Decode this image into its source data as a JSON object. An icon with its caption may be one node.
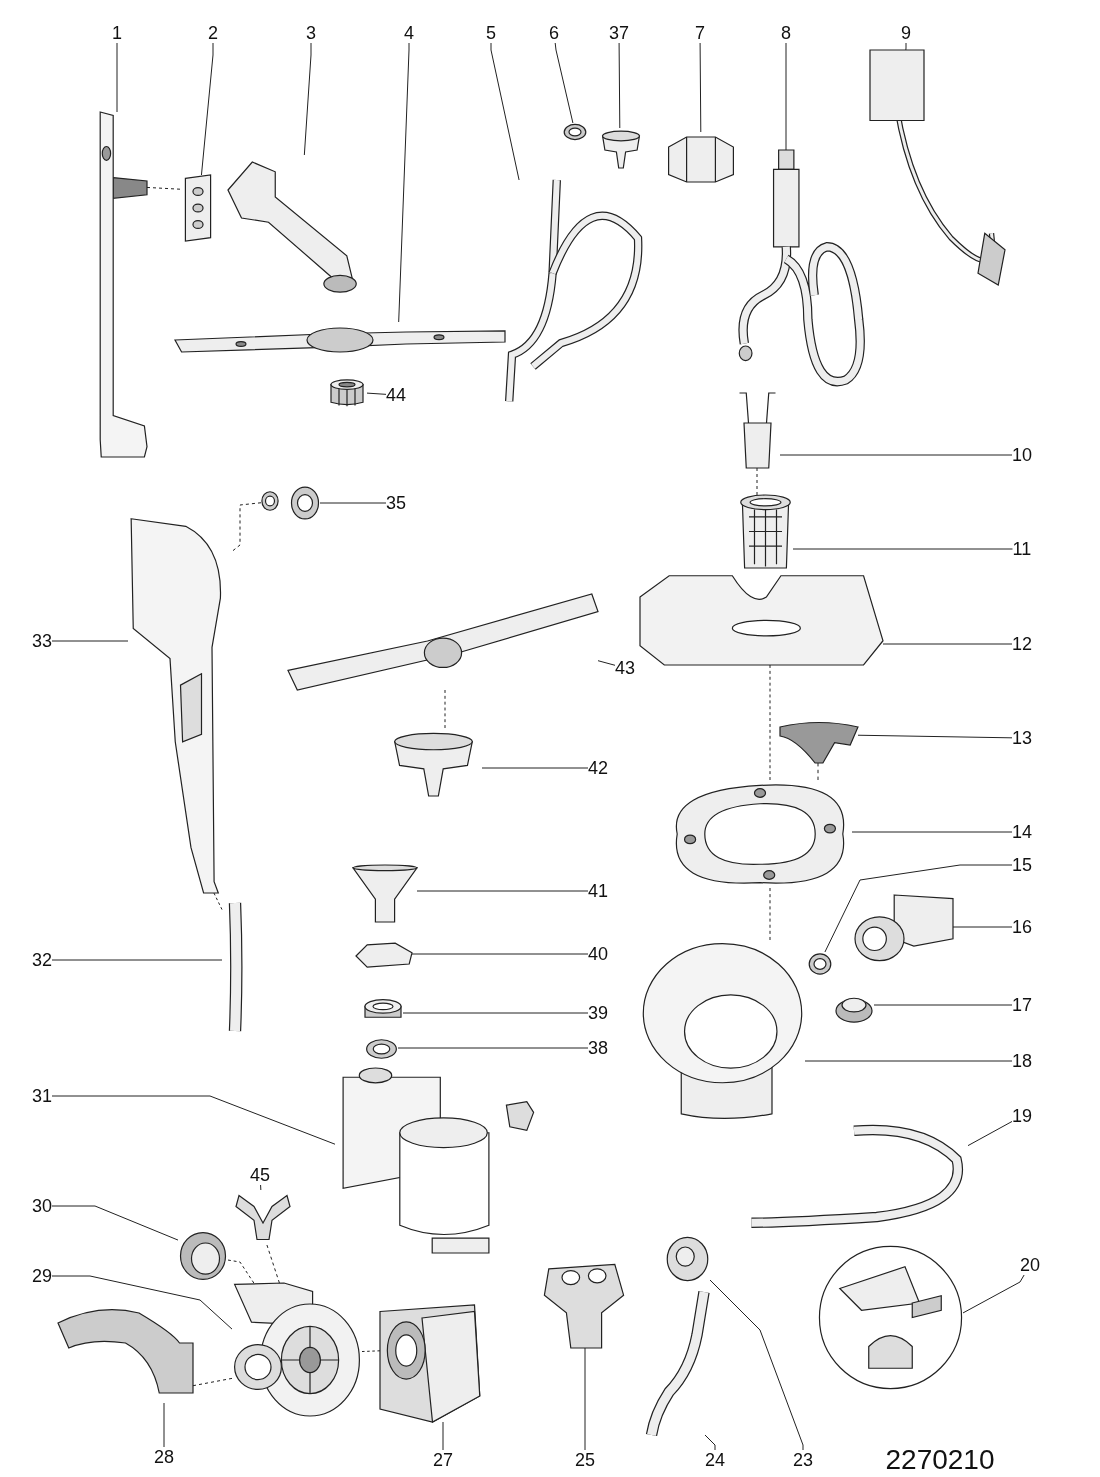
{
  "diagram": {
    "nodes": [
      {
        "text": [
          "1"
        ]
      },
      {
        "text": [],
        "shape": "picture"
      },
      {
        "text": [
          "2"
        ]
      },
      {
        "text": [],
        "shape": "picture"
      },
      {
        "text": [
          "3"
        ]
      },
      {
        "text": [],
        "shape": "picture"
      },
      {
        "text": [
          "4"
        ]
      },
      {
        "text": [],
        "shape": "picture"
      },
      {
        "text": [
          "5"
        ]
      },
      {
        "text": [],
        "shape": "picture"
      },
      {
        "text": [
          "6"
        ]
      },
      {
        "text": [],
        "shape": "picture"
      },
      {
        "text": [
          "37"
        ]
      },
      {
        "text": [],
        "shape": "picture"
      },
      {
        "text": [
          "7"
        ]
      },
      {
        "text": [],
        "shape": "picture"
      },
      {
        "text": [
          "8"
        ]
      },
      {
        "text": [],
        "shape": "picture"
      },
      {
        "text": [
          "9"
        ]
      },
      {
        "text": [],
        "shape": "picture"
      },
      {
        "text": [
          "44"
        ]
      },
      {
        "text": [],
        "shape": "picture"
      },
      {
        "text": [
          "10"
        ]
      },
      {
        "text": [],
        "shape": "picture"
      },
      {
        "text": [
          "35"
        ]
      },
      {
        "text": [],
        "shape": "picture"
      },
      {
        "text": [],
        "shape": "picture"
      },
      {
        "text": [
          "33"
        ]
      },
      {
        "text": [],
        "shape": "picture"
      },
      {
        "text": [
          "11"
        ]
      },
      {
        "text": [],
        "shape": "picture"
      },
      {
        "text": [
          "43"
        ]
      },
      {
        "text": [],
        "shape": "picture"
      },
      {
        "text": [
          "12"
        ]
      },
      {
        "text": [],
        "shape": "picture"
      },
      {
        "text": [
          "13"
        ]
      },
      {
        "text": [],
        "shape": "picture"
      },
      {
        "text": [
          "42"
        ]
      },
      {
        "text": [],
        "shape": "picture"
      },
      {
        "text": [
          "14"
        ]
      },
      {
        "text": [],
        "shape": "picture"
      },
      {
        "text": [
          "15"
        ]
      },
      {
        "text": [],
        "shape": "picture"
      },
      {
        "text": [
          "41"
        ]
      },
      {
        "text": [],
        "shape": "picture"
      },
      {
        "text": [
          "16"
        ]
      },
      {
        "text": [],
        "shape": "picture"
      },
      {
        "text": [
          "32"
        ]
      },
      {
        "text": [],
        "shape": "picture"
      },
      {
        "text": [
          "40"
        ]
      },
      {
        "text": [],
        "shape": "picture"
      },
      {
        "text": [
          "17"
        ]
      },
      {
        "text": [],
        "shape": "picture"
      },
      {
        "text": [
          "39"
        ]
      },
      {
        "text": [],
        "shape": "picture"
      },
      {
        "text": [
          "38"
        ]
      },
      {
        "text": [],
        "shape": "picture"
      },
      {
        "text": [
          "18"
        ]
      },
      {
        "text": [],
        "shape": "picture"
      },
      {
        "text": [
          "31"
        ]
      },
      {
        "text": [],
        "shape": "picture"
      },
      {
        "text": [],
        "shape": "picture"
      },
      {
        "text": [
          "19"
        ]
      },
      {
        "text": [],
        "shape": "picture"
      },
      {
        "text": [
          "45"
        ]
      },
      {
        "text": [],
        "shape": "picture"
      },
      {
        "text": [
          "30"
        ]
      },
      {
        "text": [],
        "shape": "picture"
      },
      {
        "text": [
          "20"
        ]
      },
      {
        "text": [],
        "shape": "picture"
      },
      {
        "text": [
          "29"
        ]
      },
      {
        "text": [],
        "shape": "picture"
      },
      {
        "text": [
          "23"
        ]
      },
      {
        "text": [],
        "shape": "picture"
      },
      {
        "text": [
          "25"
        ]
      },
      {
        "text": [],
        "shape": "picture"
      },
      {
        "text": [
          "24"
        ]
      },
      {
        "text": [],
        "shape": "picture"
      },
      {
        "text": [
          "28"
        ]
      },
      {
        "text": [],
        "shape": "picture"
      },
      {
        "text": [
          "27"
        ]
      },
      {
        "text": [],
        "shape": "picture"
      }
    ],
    "edges": [
      {
        "from": 0,
        "to": 1,
        "arrow": "none"
      },
      {
        "from": 2,
        "to": 3,
        "arrow": "none"
      },
      {
        "from": 4,
        "to": 5,
        "arrow": "none"
      },
      {
        "from": 6,
        "to": 7,
        "arrow": "none"
      },
      {
        "from": 8,
        "to": 9,
        "arrow": "none"
      },
      {
        "from": 10,
        "to": 11,
        "arrow": "none"
      },
      {
        "from": 12,
        "to": 13,
        "arrow": "none"
      },
      {
        "from": 14,
        "to": 15,
        "arrow": "none"
      },
      {
        "from": 16,
        "to": 17,
        "arrow": "none"
      },
      {
        "from": 18,
        "to": 19,
        "arrow": "none"
      },
      {
        "from": 20,
        "to": 21,
        "arrow": "none"
      },
      {
        "from": 22,
        "to": 23,
        "arrow": "none"
      },
      {
        "from": 24,
        "to": 25,
        "arrow": "none"
      },
      {
        "from": 27,
        "to": 28,
        "arrow": "none"
      },
      {
        "from": 29,
        "to": 30,
        "arrow": "none"
      },
      {
        "from": 31,
        "to": 32,
        "arrow": "none"
      },
      {
        "from": 33,
        "to": 34,
        "arrow": "none"
      },
      {
        "from": 35,
        "to": 36,
        "arrow": "none"
      },
      {
        "from": 37,
        "to": 38,
        "arrow": "none"
      },
      {
        "from": 39,
        "to": 40,
        "arrow": "none"
      },
      {
        "from": 41,
        "to": 42,
        "arrow": "none"
      },
      {
        "from": 43,
        "to": 44,
        "arrow": "none"
      },
      {
        "from": 45,
        "to": 46,
        "arrow": "none"
      },
      {
        "from": 47,
        "to": 48,
        "arrow": "none"
      },
      {
        "from": 49,
        "to": 50,
        "arrow": "none"
      },
      {
        "from": 51,
        "to": 52,
        "arrow": "none"
      },
      {
        "from": 53,
        "to": 54,
        "arrow": "none"
      },
      {
        "from": 55,
        "to": 56,
        "arrow": "none"
      },
      {
        "from": 57,
        "to": 58,
        "arrow": "none"
      },
      {
        "from": 59,
        "to": 60,
        "arrow": "none"
      },
      {
        "from": 62,
        "to": 63,
        "arrow": "none"
      },
      {
        "from": 64,
        "to": 65,
        "arrow": "none"
      },
      {
        "from": 66,
        "to": 67,
        "arrow": "none"
      },
      {
        "from": 68,
        "to": 69,
        "arrow": "none"
      },
      {
        "from": 70,
        "to": 71,
        "arrow": "none"
      },
      {
        "from": 72,
        "to": 73,
        "arrow": "none"
      },
      {
        "from": 74,
        "to": 75,
        "arrow": "none"
      },
      {
        "from": 76,
        "to": 77,
        "arrow": "none"
      },
      {
        "from": 78,
        "to": 79,
        "arrow": "none"
      },
      {
        "from": 80,
        "to": 81,
        "arrow": "none"
      },
      {
        "from": 1,
        "to": 3,
        "arrow": "none",
        "style": "dashed"
      },
      {
        "from": 28,
        "to": 26,
        "arrow": "none",
        "style": "dashed"
      },
      {
        "from": 32,
        "to": 38,
        "arrow": "none",
        "style": "dashed"
      },
      {
        "from": 23,
        "to": 30,
        "arrow": "none",
        "style": "dashed"
      },
      {
        "from": 34,
        "to": 40,
        "arrow": "none",
        "style": "dashed"
      },
      {
        "from": 40,
        "to": 58,
        "arrow": "none",
        "style": "dashed"
      },
      {
        "from": 36,
        "to": 40,
        "arrow": "none",
        "style": "dashed"
      },
      {
        "from": 65,
        "to": 71,
        "arrow": "none",
        "style": "dashed"
      },
      {
        "from": 67,
        "to": 71,
        "arrow": "none",
        "style": "dashed"
      },
      {
        "from": 79,
        "to": 71,
        "arrow": "none",
        "style": "dashed"
      },
      {
        "from": 71,
        "to": 81,
        "arrow": "none",
        "style": "dashed"
      },
      {
        "from": 28,
        "to": 48,
        "arrow": "none",
        "style": "dashed"
      }
    ],
    "labels": [
      "2270210"
    ]
  }
}
